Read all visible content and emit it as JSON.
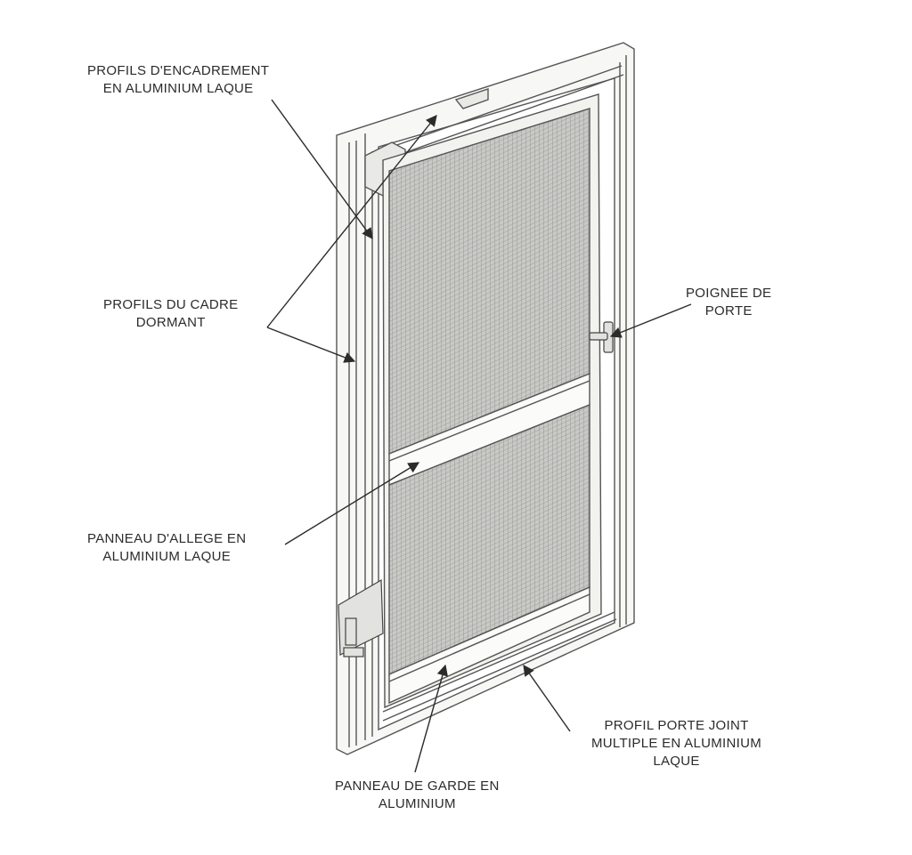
{
  "colors": {
    "background": "#ffffff",
    "frame_fill": "#f7f7f5",
    "frame_stroke": "#555555",
    "mesh": "#b9b9b6",
    "mesh_dark": "#8f8f8c",
    "leader": "#2b2b2b",
    "text": "#2b2b2b"
  },
  "labels": {
    "encadrement": [
      "PROFILS D'ENCADREMENT",
      "EN ALUMINIUM LAQUE"
    ],
    "cadre_dormant": [
      "PROFILS DU CADRE",
      "DORMANT"
    ],
    "poignee": [
      "POIGNEE DE",
      "PORTE"
    ],
    "allege": [
      "PANNEAU D'ALLEGE EN",
      "ALUMINIUM LAQUE"
    ],
    "joint": [
      "PROFIL PORTE JOINT",
      "MULTIPLE EN ALUMINIUM",
      "LAQUE"
    ],
    "garde": [
      "PANNEAU DE GARDE EN",
      "ALUMINIUM"
    ]
  },
  "icons": {
    "screen_mesh": "mesh-pattern",
    "door_handle": "handle-icon",
    "hinge": "hinge-icon"
  }
}
